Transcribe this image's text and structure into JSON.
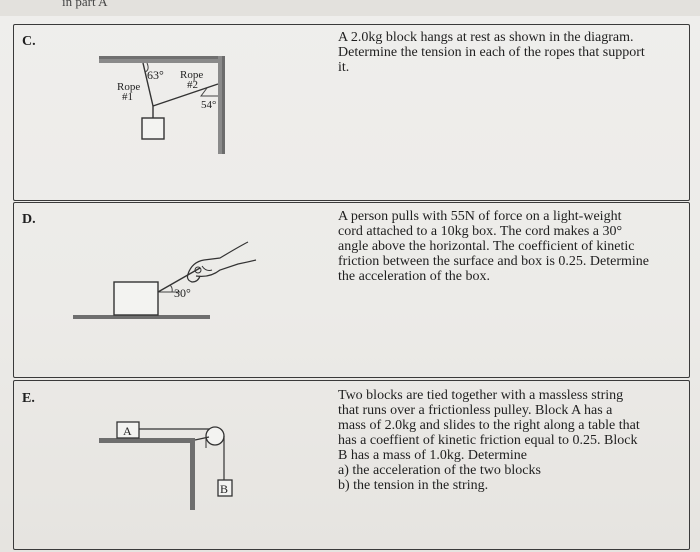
{
  "header": {
    "part_label": "in part A"
  },
  "problems": [
    {
      "letter": "C.",
      "lines": [
        "A 2.0kg block hangs at rest as shown in the diagram.",
        "Determine the tension in each of the ropes that support",
        "it."
      ],
      "diagram": {
        "angle_left": "63°",
        "angle_right": "54°",
        "rope1_line1": "Rope",
        "rope1_line2": "#1",
        "rope2_line1": "Rope",
        "rope2_line2": "#2"
      }
    },
    {
      "letter": "D.",
      "lines": [
        "A person pulls with 55N of force on a light-weight",
        "cord attached to a 10kg box.  The cord makes a 30°",
        "angle above the horizontal.  The coefficient of kinetic",
        "friction between the surface and box is 0.25.  Determine",
        "the acceleration of the box."
      ],
      "diagram": {
        "angle": "30°"
      }
    },
    {
      "letter": "E.",
      "lines": [
        "Two blocks are tied together with a massless string",
        "that runs over a frictionless pulley.  Block A has a",
        "mass of 2.0kg and slides to the right along a table that",
        "has a coeffient of kinetic friction equal to 0.25.  Block",
        "B has a mass of 1.0kg.  Determine",
        "a)  the acceleration of the two blocks",
        "b)  the tension in the string."
      ],
      "diagram": {
        "block_a": "A",
        "block_b": "B"
      }
    }
  ]
}
